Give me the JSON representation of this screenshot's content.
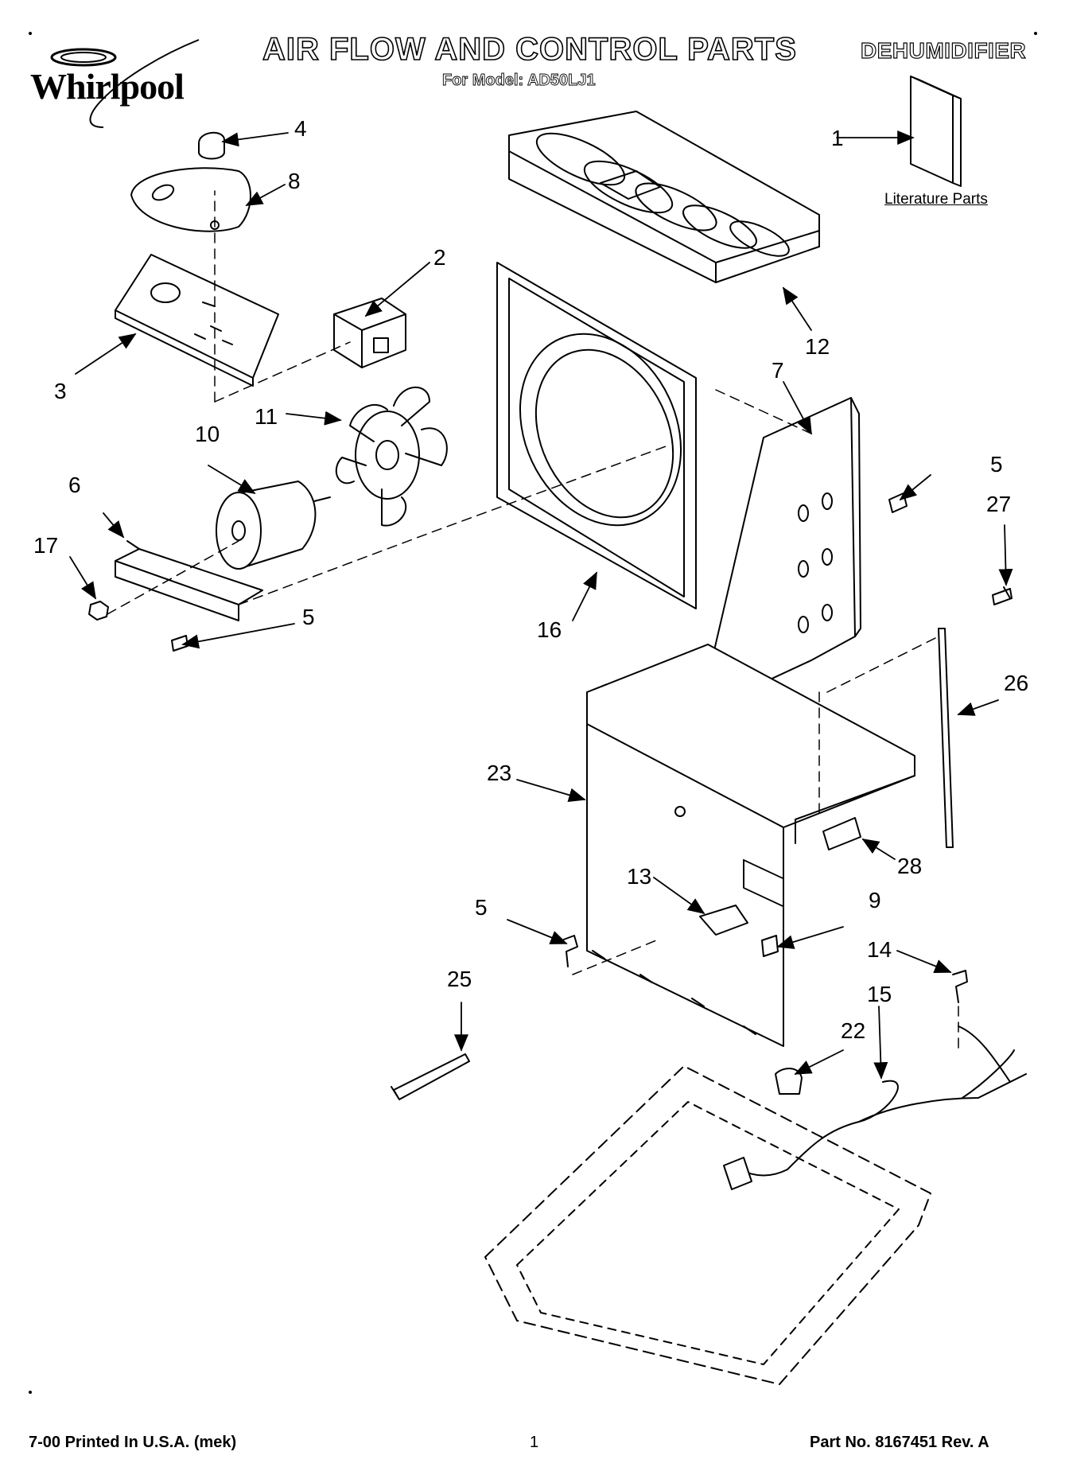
{
  "header": {
    "brand": "Whirlpool",
    "title": "AIR FLOW AND CONTROL PARTS",
    "model_line": "For Model: AD50LJ1",
    "category": "DEHUMIDIFIER"
  },
  "literature_label": "Literature Parts",
  "callouts": {
    "c1": "1",
    "c2": "2",
    "c3": "3",
    "c4": "4",
    "c5a": "5",
    "c5b": "5",
    "c5c": "5",
    "c6": "6",
    "c7": "7",
    "c8": "8",
    "c9": "9",
    "c10": "10",
    "c11": "11",
    "c12": "12",
    "c13": "13",
    "c14": "14",
    "c15": "15",
    "c16": "16",
    "c17": "17",
    "c22": "22",
    "c23": "23",
    "c25": "25",
    "c26": "26",
    "c27": "27",
    "c28": "28"
  },
  "footer": {
    "print_info": "7-00 Printed In U.S.A. (mek)",
    "page_number": "1",
    "part_number": "Part No. 8167451 Rev. A"
  }
}
